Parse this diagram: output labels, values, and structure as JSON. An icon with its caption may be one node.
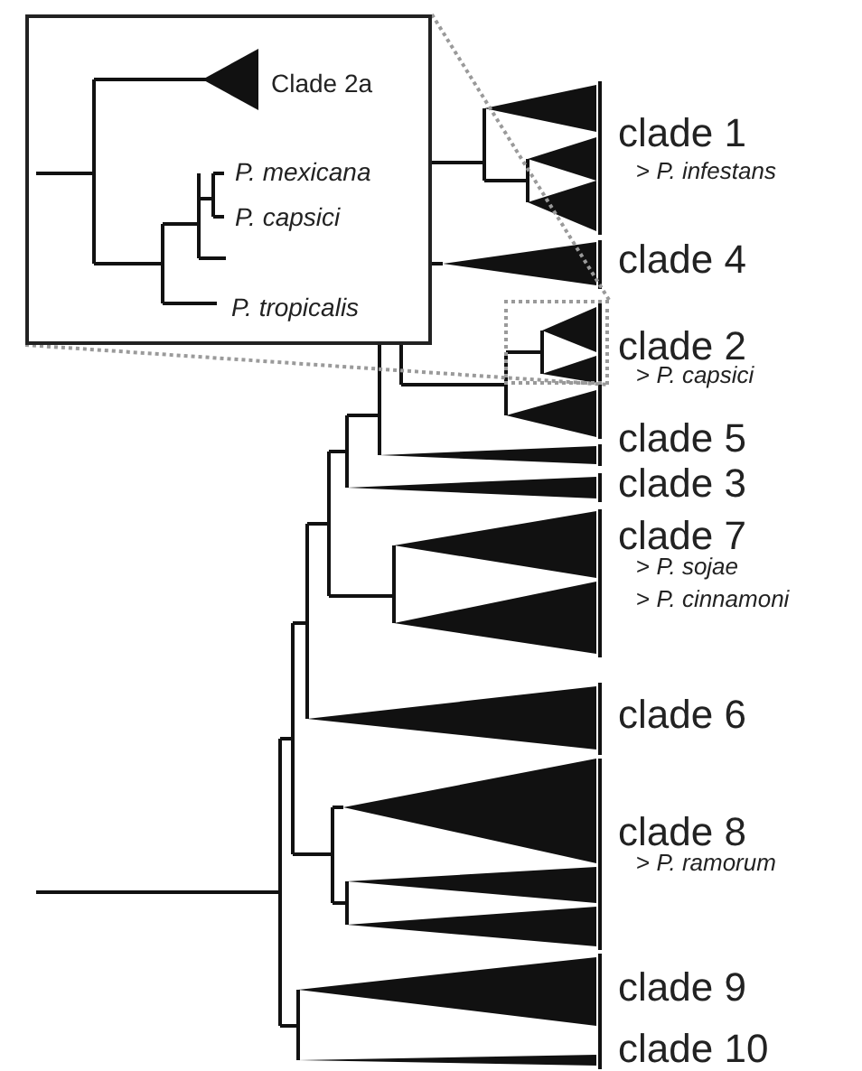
{
  "diagram": {
    "nodes": [
      {
        "text": [
          "Clade 2a",
          "P. mexicana",
          "P. capsici",
          "P. tropicalis"
        ]
      },
      {
        "text": [],
        "shape": "box"
      }
    ],
    "edges": [
      {
        "from": 0,
        "to": 1,
        "arrow": "none",
        "style": "dashed"
      },
      {
        "from": 0,
        "to": 1,
        "arrow": "none",
        "style": "dashed"
      }
    ],
    "labels": [
      "clade 1",
      "> *P. infestans*",
      "clade 4",
      "clade 2",
      "> *P. capsici*",
      "clade 5",
      "clade 3",
      "clade 7",
      "> *P. sojae*",
      "> *P. cinnamoni*",
      "clade 6",
      "clade 8",
      "> *P. ramorum*",
      "clade 9",
      "clade 10"
    ]
  }
}
